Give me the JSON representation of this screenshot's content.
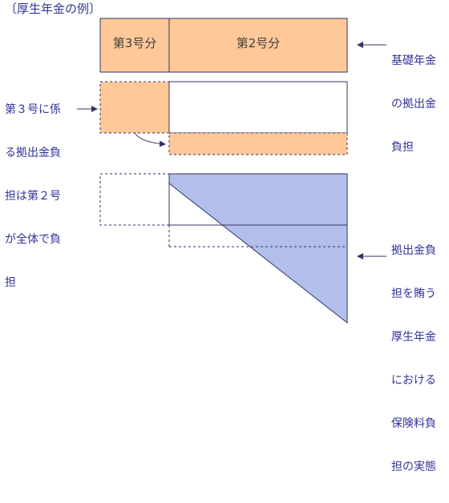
{
  "title": "〔厚生年金の例〕",
  "segments": {
    "no3_label": "第3号分",
    "no2_label": "第2号分"
  },
  "annotations": {
    "basic_pension": [
      "基礎年金",
      "の拠出金",
      "負担"
    ],
    "no3_burden": [
      "第３号に係",
      "る拠出金負",
      "担は第２号",
      "が全体で負",
      "担"
    ],
    "actual_burden": [
      "拠出金負",
      "担を賄う",
      "厚生年金",
      "における",
      "保険料負",
      "担の実態"
    ]
  },
  "colors": {
    "peach": "#FFC899",
    "blue_fill": "#B2BFEA",
    "navy": "#333366",
    "text": "#333399"
  }
}
